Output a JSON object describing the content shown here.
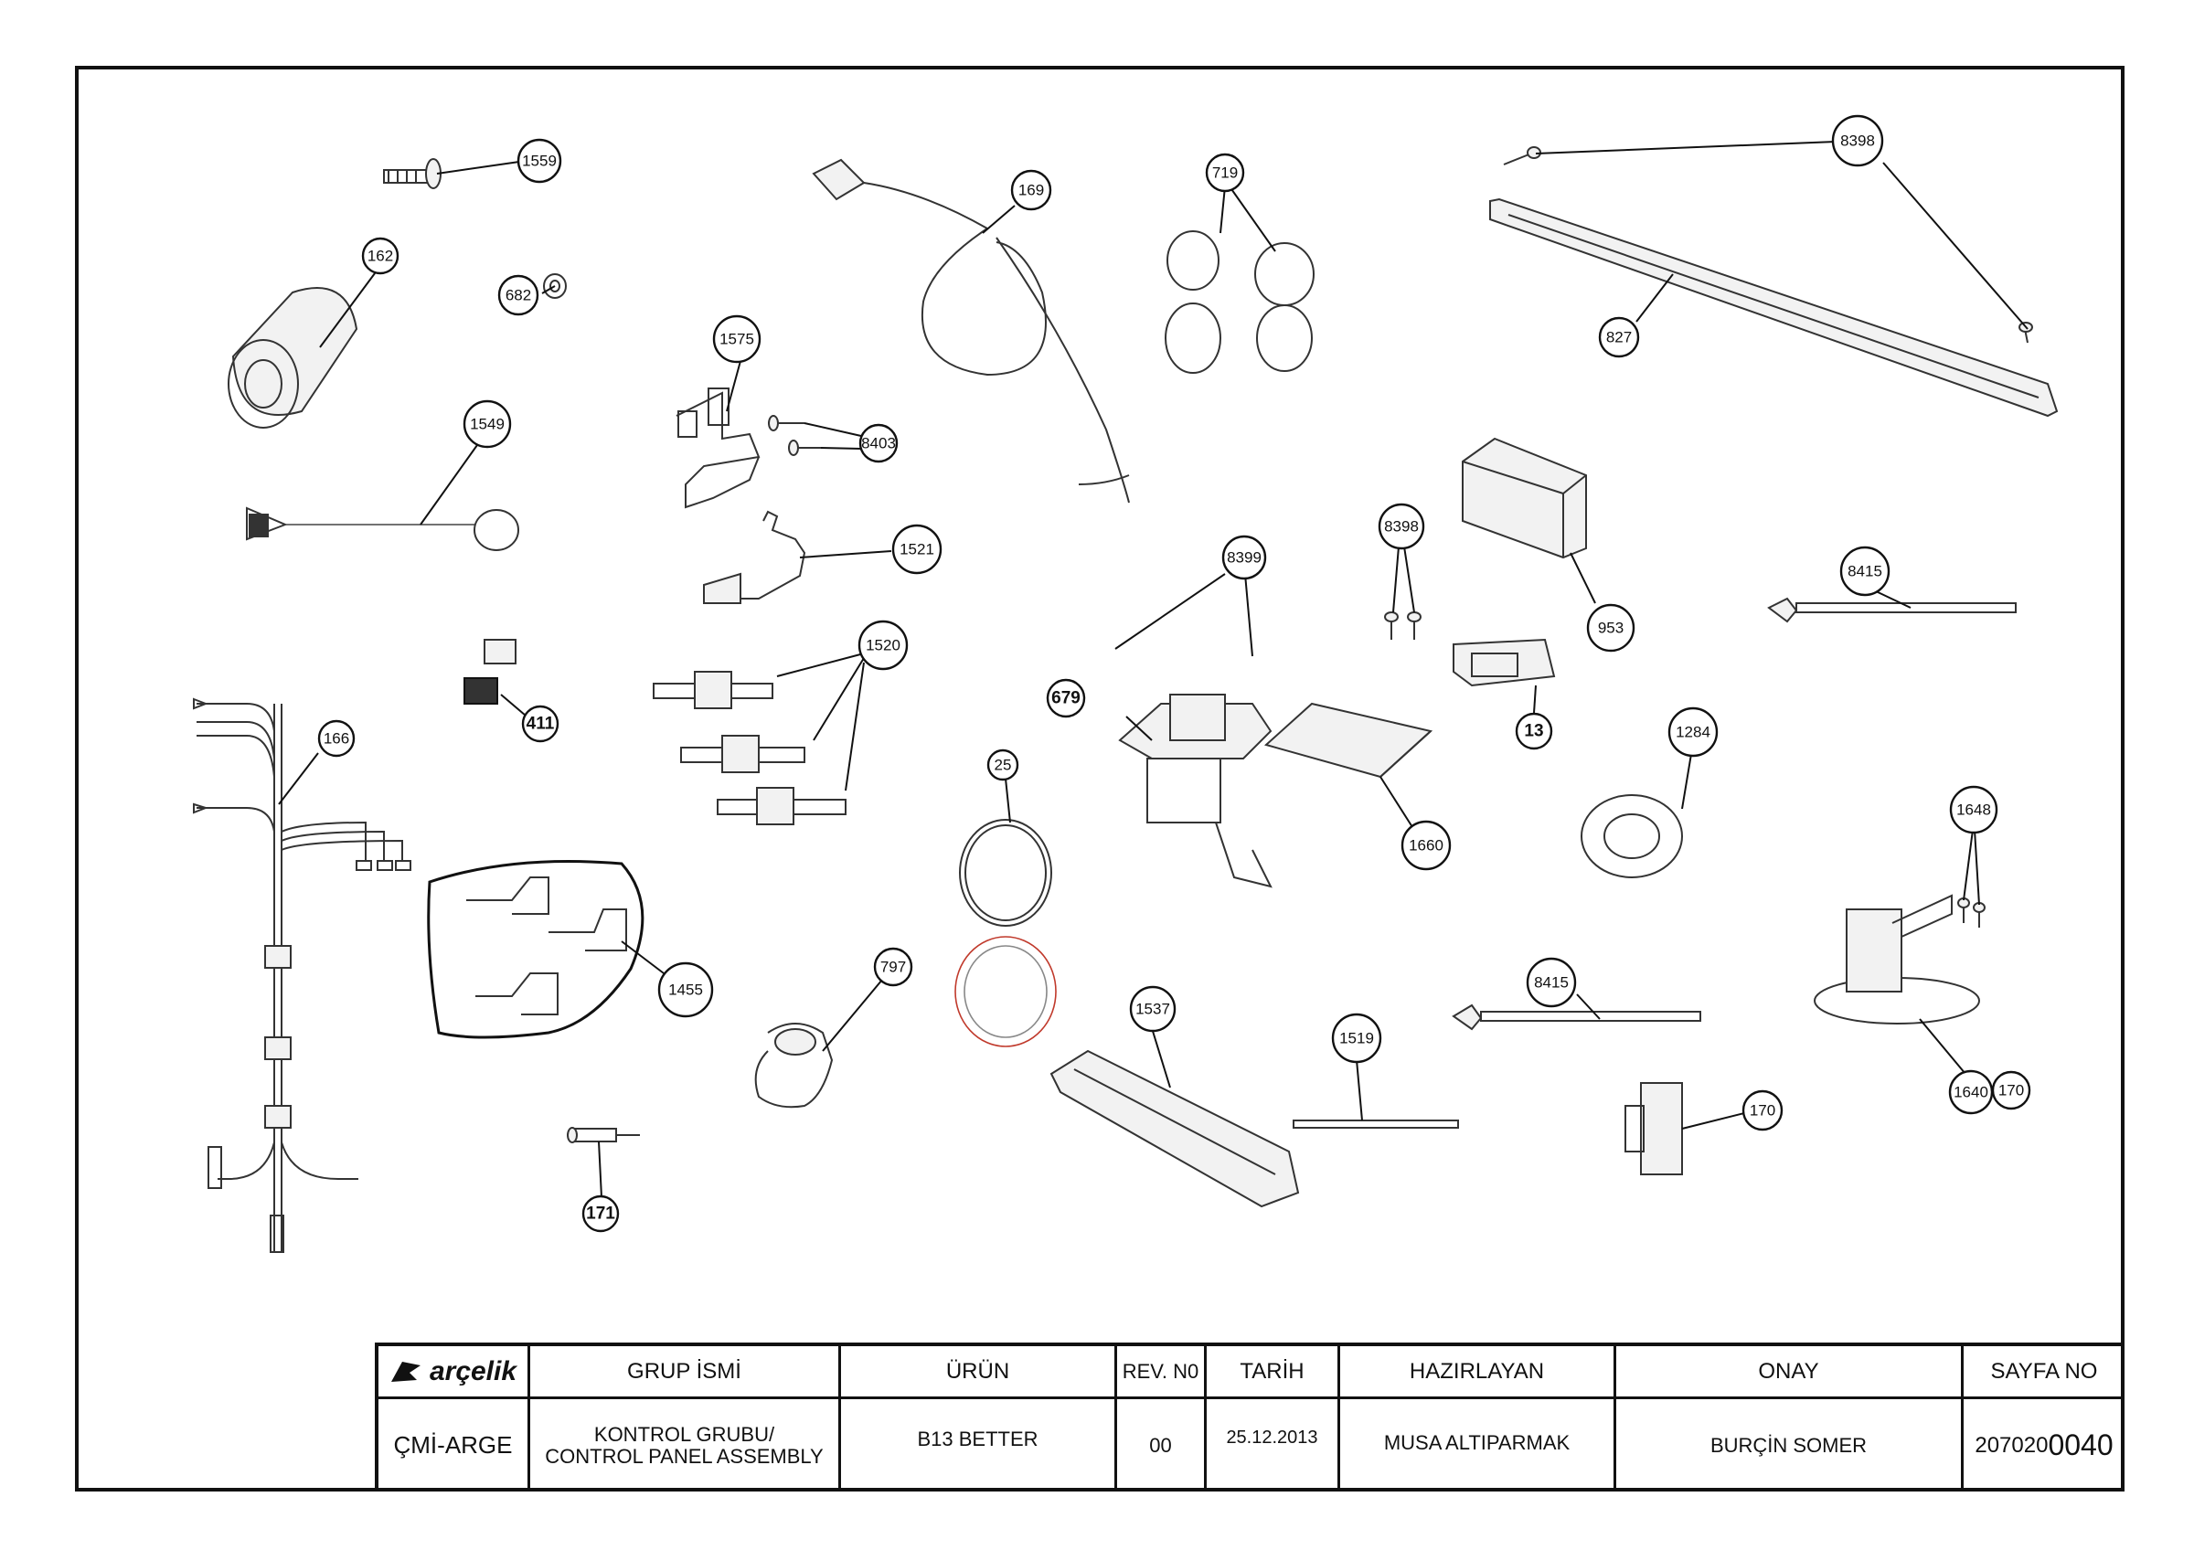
{
  "title_block": {
    "logo_text": "arçelik",
    "group_label": "GRUP İSMİ",
    "product_label": "ÜRÜN",
    "rev_label": "REV. N0",
    "date_label": "TARİH",
    "prepared_label": "HAZIRLAYAN",
    "approval_label": "ONAY",
    "page_label": "SAYFA NO",
    "department": "ÇMİ-ARGE",
    "group_line1": "KONTROL GRUBU/",
    "group_line2": "CONTROL PANEL ASSEMBLY",
    "product": "B13 BETTER",
    "rev": "00",
    "date": "25.12.2013",
    "prepared_by": "MUSA ALTIPARMAK",
    "approved_by": "BURÇİN SOMER",
    "page_no_prefix": "207020",
    "page_no_suffix": "0040"
  },
  "callouts": [
    {
      "id": "c1559",
      "label": "1559"
    },
    {
      "id": "c162",
      "label": "162"
    },
    {
      "id": "c682",
      "label": "682"
    },
    {
      "id": "c1549",
      "label": "1549"
    },
    {
      "id": "c411",
      "label": "411"
    },
    {
      "id": "c166",
      "label": "166"
    },
    {
      "id": "c1455",
      "label": "1455"
    },
    {
      "id": "c171",
      "label": "171"
    },
    {
      "id": "c169",
      "label": "169"
    },
    {
      "id": "c1575",
      "label": "1575"
    },
    {
      "id": "c8403",
      "label": "8403"
    },
    {
      "id": "c1521",
      "label": "1521"
    },
    {
      "id": "c1520",
      "label": "1520"
    },
    {
      "id": "c25",
      "label": "25"
    },
    {
      "id": "c797",
      "label": "797"
    },
    {
      "id": "c719",
      "label": "719"
    },
    {
      "id": "c8399",
      "label": "8399"
    },
    {
      "id": "c679",
      "label": "679"
    },
    {
      "id": "c1660",
      "label": "1660"
    },
    {
      "id": "c1537",
      "label": "1537"
    },
    {
      "id": "c1519",
      "label": "1519"
    },
    {
      "id": "c8398a",
      "label": "8398"
    },
    {
      "id": "c827",
      "label": "827"
    },
    {
      "id": "c8398b",
      "label": "8398"
    },
    {
      "id": "c953",
      "label": "953"
    },
    {
      "id": "c13",
      "label": "13"
    },
    {
      "id": "c8415a",
      "label": "8415"
    },
    {
      "id": "c1284",
      "label": "1284"
    },
    {
      "id": "c8415b",
      "label": "8415"
    },
    {
      "id": "c1648",
      "label": "1648"
    },
    {
      "id": "c170a",
      "label": "170"
    },
    {
      "id": "c1640",
      "label": "1640"
    },
    {
      "id": "c170b",
      "label": "170"
    }
  ]
}
